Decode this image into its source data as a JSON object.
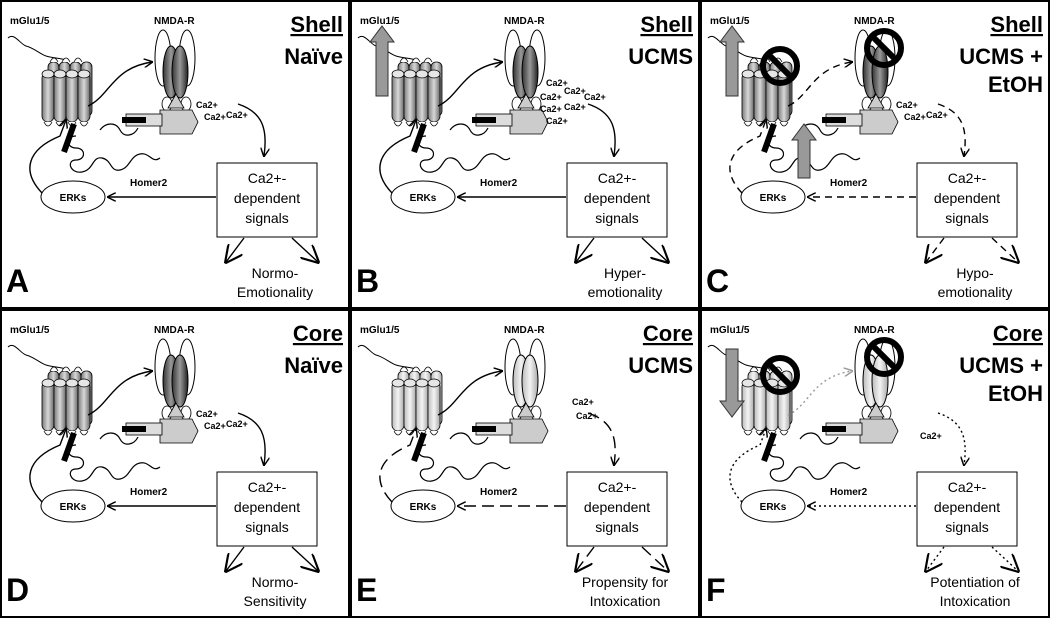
{
  "panels": [
    {
      "letter": "A",
      "region": "Shell",
      "condition": [
        "Naïve"
      ],
      "outcome": [
        "Normo-",
        "Emotionality"
      ],
      "receptor_state": "normal",
      "mglu_arrow": "none",
      "homer_arrow": false,
      "ca_count": 3,
      "line_style": "solid",
      "blocked": false,
      "receptor_pathway_style": "solid"
    },
    {
      "letter": "B",
      "region": "Shell",
      "condition": [
        "UCMS"
      ],
      "outcome": [
        "Hyper-",
        "emotionality"
      ],
      "receptor_state": "normal",
      "mglu_arrow": "up",
      "homer_arrow": false,
      "ca_count": 7,
      "line_style": "solid",
      "blocked": false,
      "receptor_pathway_style": "solid"
    },
    {
      "letter": "C",
      "region": "Shell",
      "condition": [
        "UCMS +",
        "EtOH"
      ],
      "outcome": [
        "Hypo-",
        "emotionality"
      ],
      "receptor_state": "normal",
      "mglu_arrow": "up",
      "homer_arrow": true,
      "ca_count": 3,
      "line_style": "dashed",
      "blocked": true,
      "receptor_pathway_style": "dashed"
    },
    {
      "letter": "D",
      "region": "Core",
      "condition": [
        "Naïve"
      ],
      "outcome": [
        "Normo-",
        "Sensitivity"
      ],
      "receptor_state": "normal",
      "mglu_arrow": "none",
      "homer_arrow": false,
      "ca_count": 3,
      "line_style": "solid",
      "blocked": false,
      "receptor_pathway_style": "solid"
    },
    {
      "letter": "E",
      "region": "Core",
      "condition": [
        "UCMS"
      ],
      "outcome": [
        "Propensity for",
        "Intoxication"
      ],
      "receptor_state": "light",
      "mglu_arrow": "none",
      "homer_arrow": false,
      "ca_count": 2,
      "line_style": "longdash",
      "blocked": false,
      "receptor_pathway_style": "solid"
    },
    {
      "letter": "F",
      "region": "Core",
      "condition": [
        "UCMS +",
        "EtOH"
      ],
      "outcome": [
        "Potentiation of",
        "Intoxication"
      ],
      "receptor_state": "light",
      "mglu_arrow": "down",
      "homer_arrow": false,
      "ca_count": 1,
      "line_style": "dotted",
      "blocked": true,
      "receptor_pathway_style": "dotted-gray"
    }
  ],
  "labels": {
    "mglu": "mGlu1/5",
    "nmda": "NMDA-R",
    "homer": "Homer2",
    "erks": "ERKs",
    "ca": "Ca2+",
    "signals": [
      "Ca2+-",
      "dependent",
      "signals"
    ]
  },
  "colors": {
    "receptor_fill": "#a8a8a8",
    "receptor_dark": "#555555",
    "arrow_fill": "#999999",
    "homer_fill": "#c8c8c8",
    "border": "#000000"
  }
}
